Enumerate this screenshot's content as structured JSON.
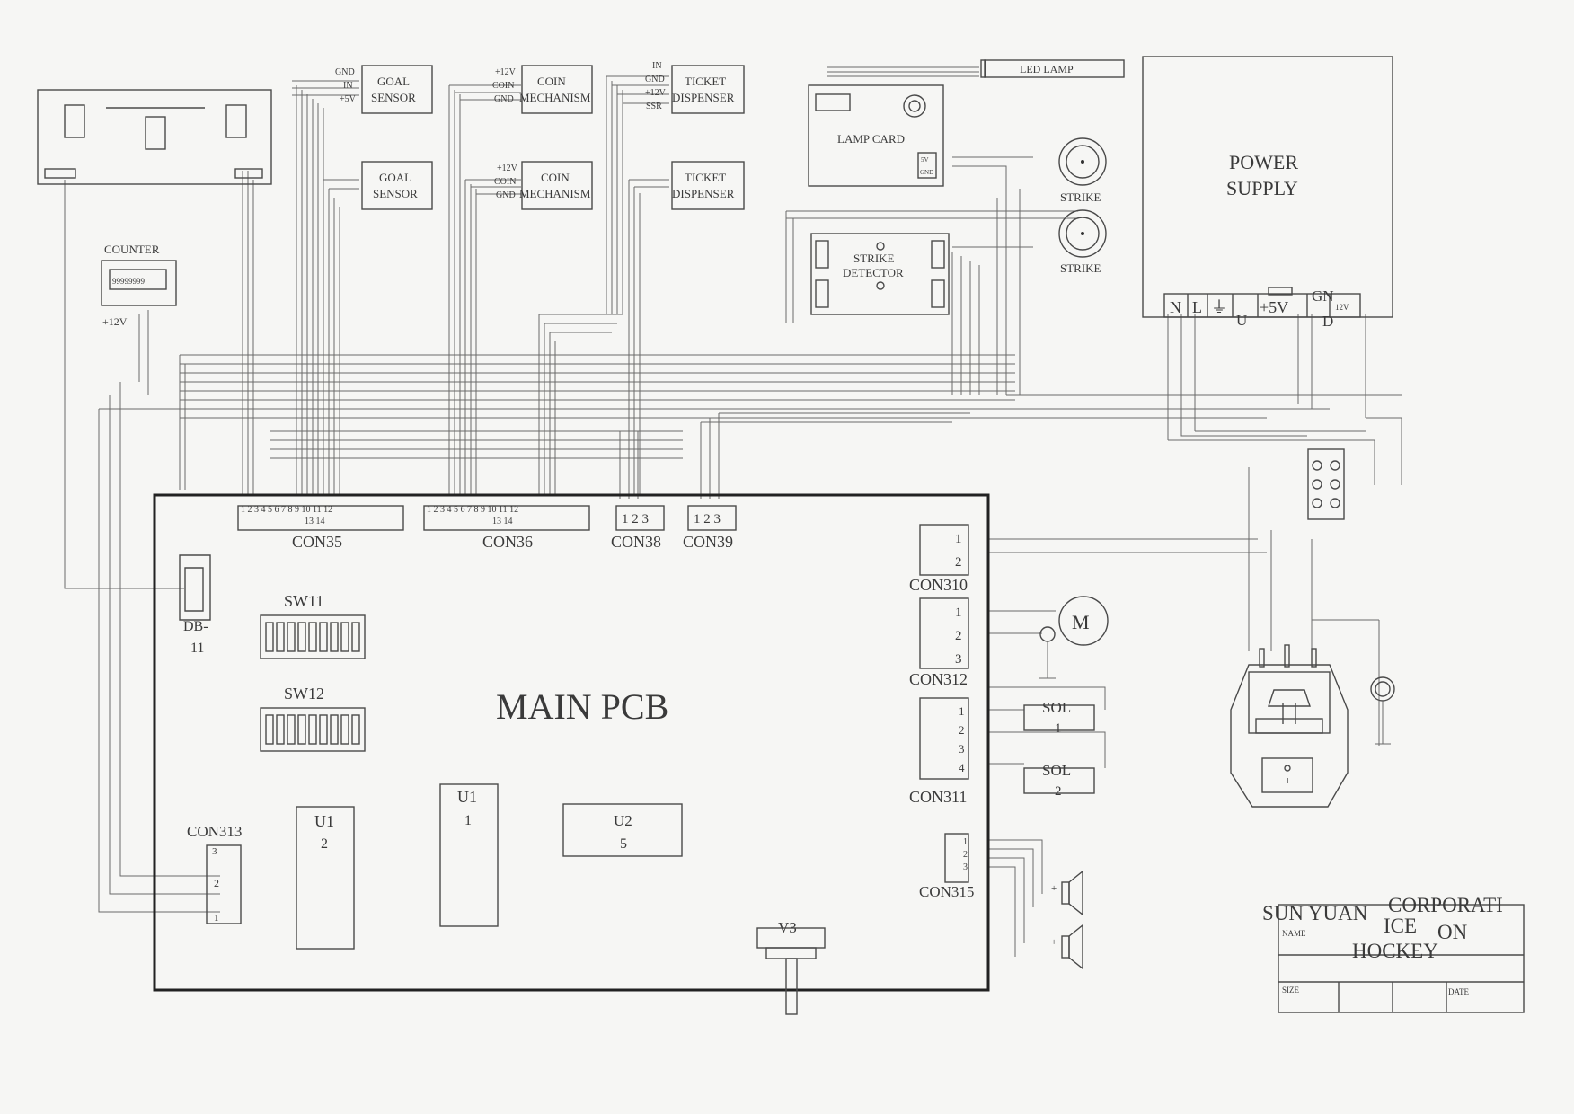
{
  "main_pcb": {
    "title": "MAIN PCB"
  },
  "connectors": {
    "con35": "CON35",
    "con36": "CON36",
    "con38": "CON38",
    "con39": "CON39",
    "con310": "CON310",
    "con312": "CON312",
    "con311": "CON311",
    "con315": "CON315",
    "con313": "CON313",
    "pins_12": [
      "1",
      "2",
      "3",
      "4",
      "5",
      "6",
      "7",
      "8",
      "9",
      "10",
      "11",
      "12"
    ],
    "pins_1314": "13 14",
    "pins_123": [
      "1",
      "2",
      "3"
    ],
    "pins_12b": [
      "1",
      "2"
    ],
    "pins_1234": [
      "1",
      "2",
      "3",
      "4"
    ],
    "pins_con313": [
      "3",
      "2",
      "1"
    ]
  },
  "switches": {
    "sw11": "SW11",
    "sw12": "SW12"
  },
  "chips": {
    "u1_left": [
      "U1",
      "2"
    ],
    "u1_mid": [
      "U1",
      "1"
    ],
    "u2": [
      "U2",
      "5"
    ],
    "v3": "V3",
    "db11": [
      "DB-",
      "11"
    ]
  },
  "modules": {
    "goal_sensor_1": [
      "GOAL",
      "SENSOR"
    ],
    "goal_sensor_1_pins": [
      "GND",
      "IN",
      "+5V"
    ],
    "goal_sensor_2": [
      "GOAL",
      "SENSOR"
    ],
    "coin_mech_1": [
      "COIN",
      "MECHANISM"
    ],
    "coin_mech_1_pins": [
      "+12V",
      "COIN",
      "GND"
    ],
    "coin_mech_2": [
      "COIN",
      "MECHANISM"
    ],
    "coin_mech_2_pins": [
      "+12V",
      "COIN",
      "GND"
    ],
    "ticket_1": [
      "TICKET",
      "DISPENSER"
    ],
    "ticket_1_pins": [
      "IN",
      "GND",
      "+12V",
      "SSR"
    ],
    "ticket_2": [
      "TICKET",
      "DISPENSER"
    ],
    "led_lamp": "LED LAMP",
    "lamp_card": "LAMP CARD",
    "lamp_card_small": [
      "5V",
      "GND"
    ],
    "strike_1": "STRIKE",
    "strike_2": "STRIKE",
    "strike_detector": [
      "STRIKE",
      "DETECTOR"
    ],
    "power_supply": [
      "POWER",
      "SUPPLY"
    ],
    "ps_terminals": [
      "N",
      "L",
      "⏚",
      "+5V",
      "GN",
      "12V"
    ],
    "ps_sub": [
      "U",
      "D"
    ],
    "counter": "COUNTER",
    "counter_digits": "99999999",
    "counter_volt": "+12V",
    "motor": "M",
    "sol1": [
      "SOL",
      "1"
    ],
    "sol2": [
      "SOL",
      "2"
    ]
  },
  "title_block": {
    "company": "SUN YUAN",
    "corp": "CORPORATI",
    "on": "ON",
    "game_a": "ICE",
    "game_b": "HOCKEY",
    "name_label": "NAME",
    "size_label": "SIZE",
    "date_label": "DATE"
  }
}
